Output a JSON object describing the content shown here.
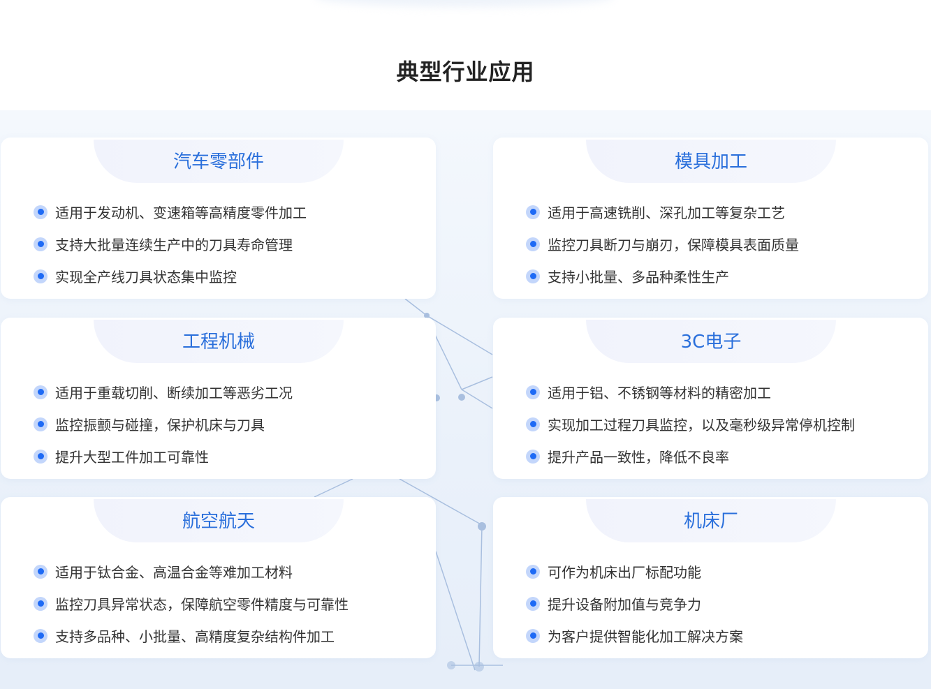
{
  "title": "典型行业应用",
  "colors": {
    "accent": "#2a6fdb",
    "bullet": "#1e6af5"
  },
  "cards": [
    {
      "title": "汽车零部件",
      "items": [
        "适用于发动机、变速箱等高精度零件加工",
        "支持大批量连续生产中的刀具寿命管理",
        "实现全产线刀具状态集中监控"
      ]
    },
    {
      "title": "模具加工",
      "items": [
        "适用于高速铣削、深孔加工等复杂工艺",
        "监控刀具断刀与崩刃，保障模具表面质量",
        "支持小批量、多品种柔性生产"
      ]
    },
    {
      "title": "工程机械",
      "items": [
        "适用于重载切削、断续加工等恶劣工况",
        "监控振颤与碰撞，保护机床与刀具",
        "提升大型工件加工可靠性"
      ]
    },
    {
      "title": "3C电子",
      "items": [
        "适用于铝、不锈钢等材料的精密加工",
        "实现加工过程刀具监控，以及毫秒级异常停机控制",
        "提升产品一致性，降低不良率"
      ]
    },
    {
      "title": "航空航天",
      "items": [
        "适用于钛合金、高温合金等难加工材料",
        "监控刀具异常状态，保障航空零件精度与可靠性",
        "支持多品种、小批量、高精度复杂结构件加工"
      ]
    },
    {
      "title": "机床厂",
      "items": [
        "可作为机床出厂标配功能",
        "提升设备附加值与竞争力",
        "为客户提供智能化加工解决方案"
      ]
    }
  ]
}
